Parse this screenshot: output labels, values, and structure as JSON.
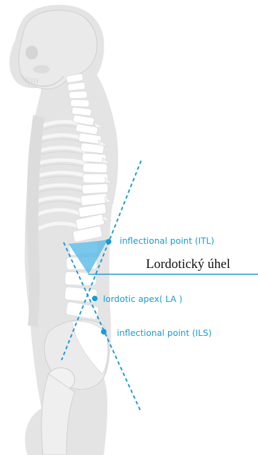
{
  "labels": {
    "itl": "inflectional point (ITL)",
    "lordotic_angle": "Lordotický úhel",
    "la": "lordotic apex( LA )",
    "ils": "inflectional point (ILS)"
  },
  "colors": {
    "accent": "#1a9ad6",
    "angle_fill": "#58b9e6",
    "body": "#e3e3e3",
    "bone": "#ffffff",
    "body_line": "#c9c9c9",
    "text_dark": "#111111"
  }
}
